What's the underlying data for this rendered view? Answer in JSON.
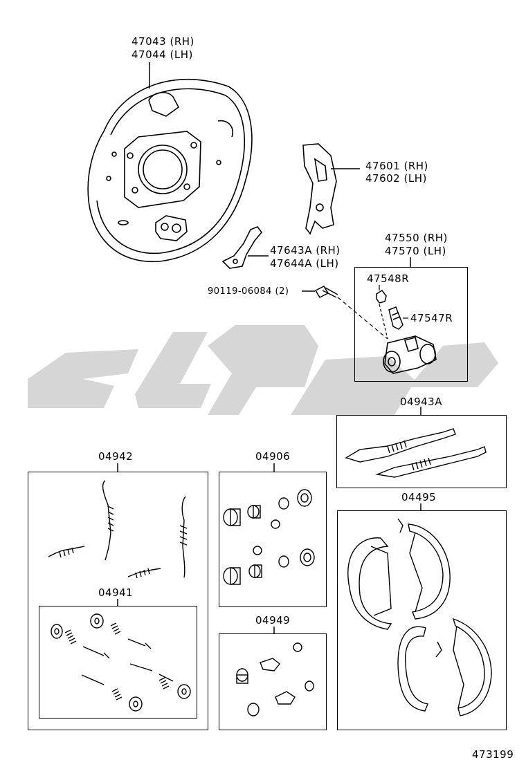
{
  "parts": {
    "backing_plate": [
      "47043 (RH)",
      "47044 (LH)"
    ],
    "lever": [
      "47601 (RH)",
      "47602 (LH)"
    ],
    "strut": [
      "47643A (RH)",
      "47644A (LH)"
    ],
    "bolt": "90119-06084 (2)",
    "wheel_cylinder": [
      "47550 (RH)",
      "47570 (LH)"
    ],
    "cap": "47548R",
    "bleeder": "47547R",
    "adjuster_kit": "04943A",
    "spring_kit": "04942",
    "cup_kit": "04906",
    "shoe_set": "04495",
    "hold_down_kit": "04941",
    "boot_kit": "04949",
    "diagram_id": "473199"
  },
  "watermark_color": "#cfcfcf"
}
